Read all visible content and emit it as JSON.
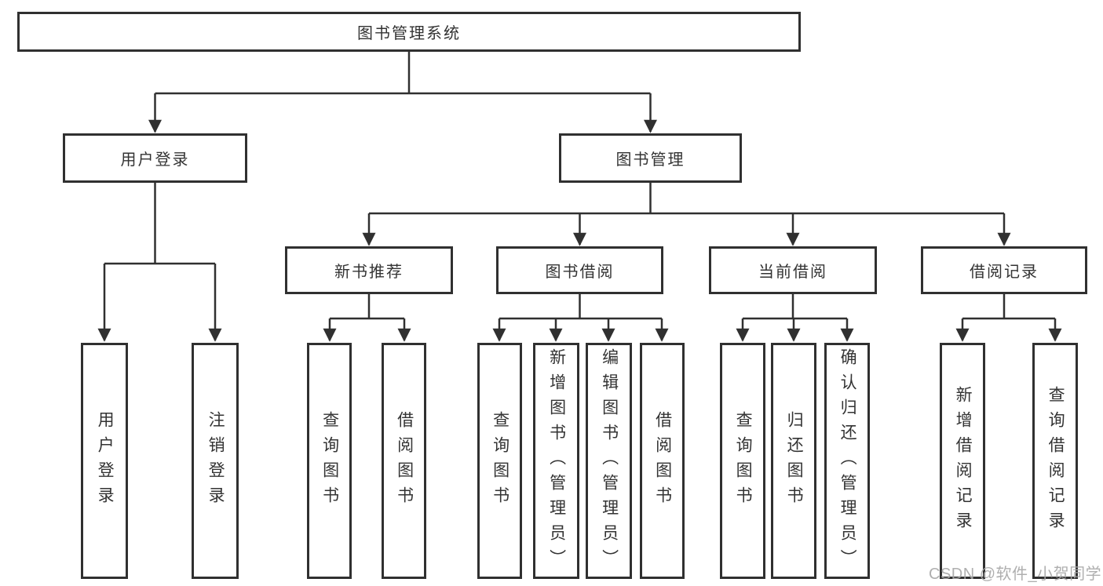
{
  "diagram": {
    "title": "图书管理系统",
    "level2": {
      "user_login": "用户登录",
      "book_mgmt": "图书管理"
    },
    "level3": {
      "new_book_rec": "新书推荐",
      "book_borrow": "图书借阅",
      "current_borrow": "当前借阅",
      "borrow_record": "借阅记录"
    },
    "leaves": {
      "user_login": "用户登录",
      "logout": "注销登录",
      "rec_query_book": "查询图书",
      "rec_borrow_book": "借阅图书",
      "borrow_query_book": "查询图书",
      "borrow_add_book": "新增图书（管理员）",
      "borrow_edit_book": "编辑图书（管理员）",
      "borrow_borrow_book": "借阅图书",
      "current_query_book": "查询图书",
      "current_return_book": "归还图书",
      "current_confirm_return": "确认归还（管理员）",
      "record_add": "新增借阅记录",
      "record_query": "查询借阅记录"
    }
  },
  "watermark": {
    "text": "CSDN @软件_小贺同学"
  },
  "colors": {
    "line": "#303030",
    "box_border": "#303030",
    "text": "#333333",
    "background": "#ffffff",
    "watermark": "#a8a8a8"
  }
}
